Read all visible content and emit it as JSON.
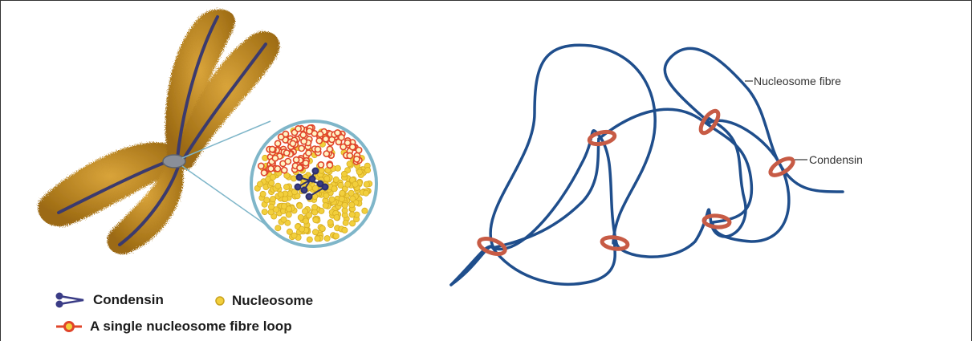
{
  "legend": {
    "condensin": "Condensin",
    "nucleosome": "Nucleosome",
    "loop": "A single nucleosome fibre loop"
  },
  "diagram": {
    "fibre_label": "Nucleosome fibre",
    "condensin_label": "Condensin"
  },
  "colors": {
    "chromosome_gold": "#c08a1e",
    "chromatid_core": "#3b3a6e",
    "fibre_blue": "#1f4e8c",
    "condensin_ring": "#c75b45",
    "nucleosome_yellow": "#f2cf3c",
    "loop_red": "#e0452a"
  }
}
